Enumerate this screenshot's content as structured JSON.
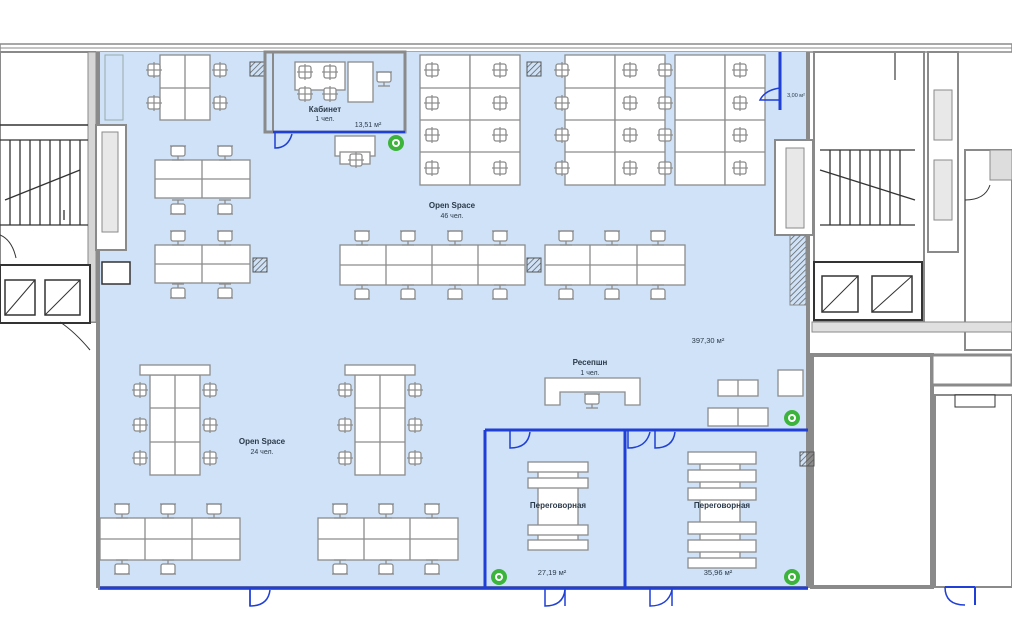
{
  "rooms": {
    "cabinet": {
      "name": "Кабинет",
      "capacity": "1 чел.",
      "area": "13,51 м²"
    },
    "open_space_top": {
      "name": "Open Space",
      "capacity": "46 чел."
    },
    "open_space_bottom": {
      "name": "Open Space",
      "capacity": "24 чел."
    },
    "reception": {
      "name": "Ресепшн",
      "capacity": "1 чел."
    },
    "total_area": "397,30 м²",
    "meeting_left": {
      "name": "Переговорная",
      "area": "27,19 м²"
    },
    "meeting_right": {
      "name": "Переговорная",
      "area": "35,96 м²"
    },
    "small_room": {
      "area": "3,00 м²"
    }
  },
  "colors": {
    "floor": "#cfe2f7",
    "wall": "#8a8a8a",
    "partition": "#1f3fd6",
    "furniture": "#8c8c8c",
    "plant": "#3cb43c"
  },
  "icons": [
    "plant-icon",
    "column-icon",
    "door-icon",
    "chair-icon",
    "desk-icon",
    "staircase-icon"
  ]
}
